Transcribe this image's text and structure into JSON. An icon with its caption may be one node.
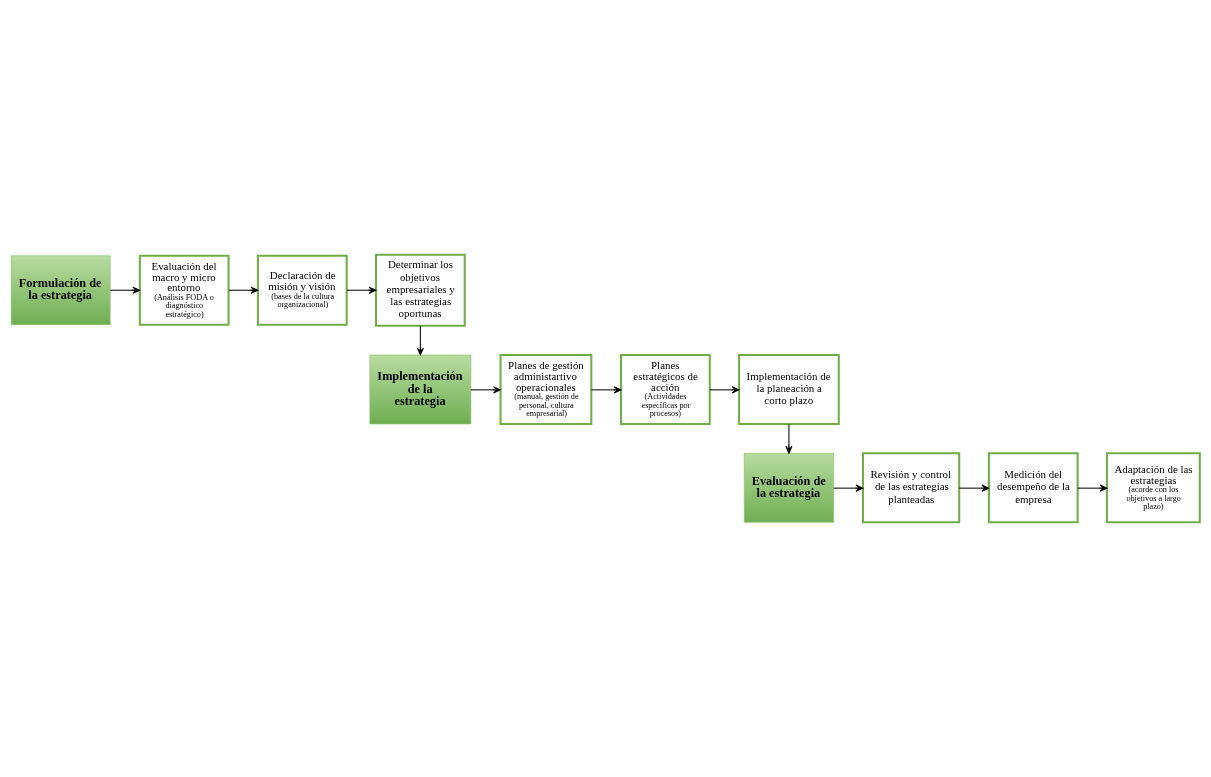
{
  "diagram": {
    "nodes": [
      {
        "text": [
          "Formulación de la estrategia"
        ]
      },
      {
        "text": [
          "Evaluación del macro y micro entorno",
          "(Análisis FODA o diagnóstico estratégico)"
        ]
      },
      {
        "text": [
          "Declaración de misión y visión",
          "(bases de la cultura organizacional)"
        ]
      },
      {
        "text": [
          "Determinar los objetivos empresariales y las estrategias oportunas"
        ]
      },
      {
        "text": [
          "Implementación de la estrategia"
        ]
      },
      {
        "text": [
          "Planes de gestión administartivo operacionales",
          "(manual, gestión de personal, cultura empresarial)"
        ]
      },
      {
        "text": [
          "Planes estratégicos de acción",
          "(Actividades específicas por procesos)"
        ]
      },
      {
        "text": [
          "Implementación de la planeación a corto plazo"
        ]
      },
      {
        "text": [
          "Evaluación de la estrategia"
        ]
      },
      {
        "text": [
          "Revisión y control de las estrategias planteadas"
        ]
      },
      {
        "text": [
          "Medición del desempeño de la empresa"
        ]
      },
      {
        "text": [
          "Adaptación de las estrategias",
          "(acorde con los objetivos a largo plazo)"
        ]
      }
    ],
    "edges": [
      {
        "from": 0,
        "to": 1,
        "arrow": "to"
      },
      {
        "from": 1,
        "to": 2,
        "arrow": "to"
      },
      {
        "from": 2,
        "to": 3,
        "arrow": "to"
      },
      {
        "from": 3,
        "to": 4,
        "arrow": "to"
      },
      {
        "from": 4,
        "to": 5,
        "arrow": "to"
      },
      {
        "from": 5,
        "to": 6,
        "arrow": "to"
      },
      {
        "from": 6,
        "to": 7,
        "arrow": "to"
      },
      {
        "from": 7,
        "to": 8,
        "arrow": "to"
      },
      {
        "from": 8,
        "to": 9,
        "arrow": "to"
      },
      {
        "from": 9,
        "to": 10,
        "arrow": "to"
      },
      {
        "from": 10,
        "to": 11,
        "arrow": "to"
      }
    ]
  }
}
